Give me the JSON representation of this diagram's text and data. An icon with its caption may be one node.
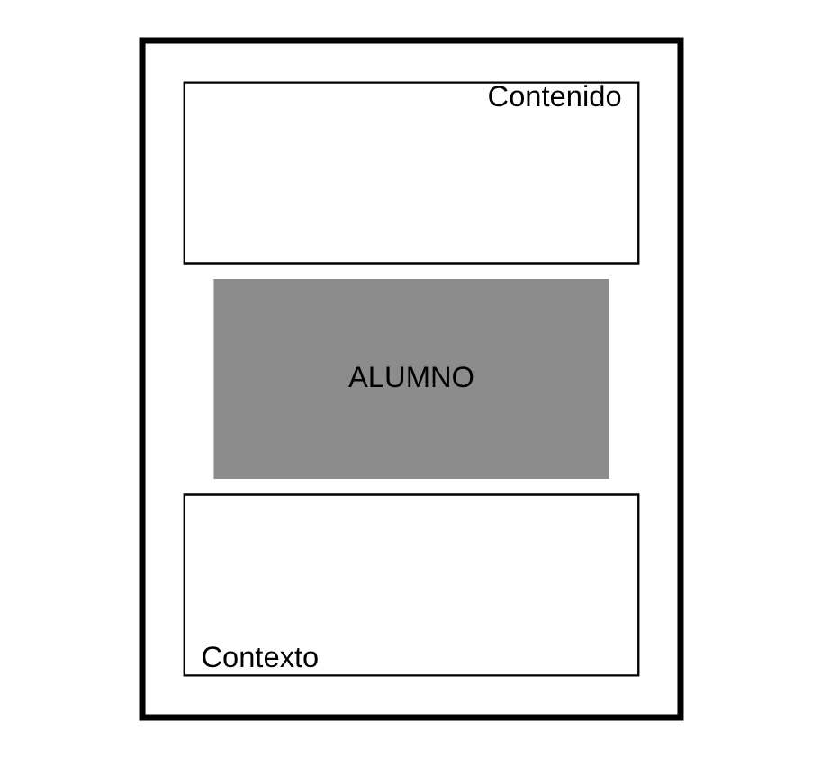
{
  "diagram": {
    "nodes": [
      {
        "text": [],
        "shape": "box"
      },
      {
        "text": [
          "Contenido"
        ],
        "in": 0
      },
      {
        "text": [
          "ALUMNO"
        ],
        "in": 0
      },
      {
        "text": [
          "Contexto"
        ],
        "in": 0
      }
    ],
    "edges": []
  }
}
